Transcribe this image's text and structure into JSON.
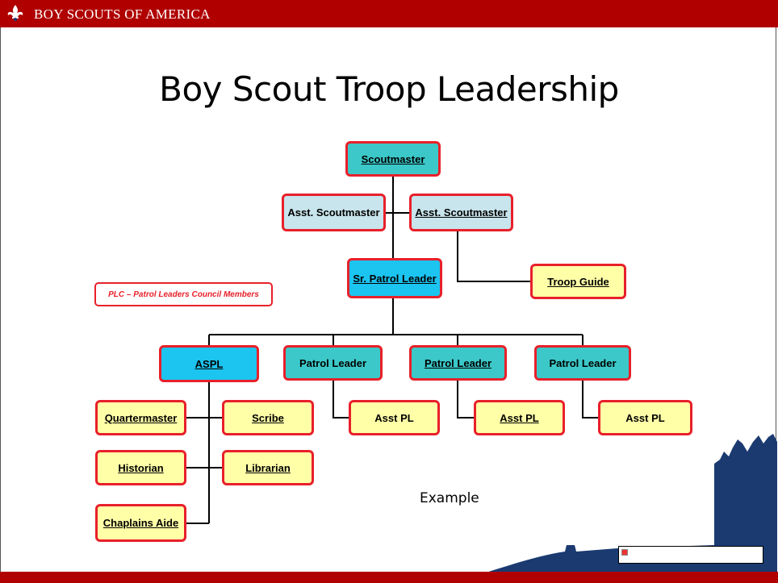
{
  "header": {
    "org_name": "BOY SCOUTS OF AMERICA",
    "logo_icon": "bsa-fleur-de-lis-icon",
    "bar_color": "#b00000"
  },
  "title": "Boy Scout  Troop Leadership",
  "legend_note": "PLC – Patrol Leaders Council Members",
  "caption": "Example",
  "nodes": {
    "scoutmaster": "Scoutmaster",
    "asst_scoutmaster_left": "Asst. Scoutmaster",
    "asst_scoutmaster_right": "Asst. Scoutmaster",
    "sr_patrol_leader": "Sr. Patrol Leader",
    "troop_guide": "Troop Guide",
    "aspl": "ASPL",
    "patrol_leader_1": "Patrol Leader",
    "patrol_leader_2": "Patrol Leader",
    "patrol_leader_3": "Patrol Leader",
    "quartermaster": "Quartermaster",
    "scribe": "Scribe",
    "historian": "Historian",
    "librarian": "Librarian",
    "chaplains_aide": "Chaplains Aide",
    "asst_pl_1": "Asst PL",
    "asst_pl_2": "Asst PL",
    "asst_pl_3": "Asst PL"
  },
  "colors": {
    "node_border": "#e8202a",
    "teal": "#3cc8c8",
    "light_blue": "#c8e4ec",
    "cyan": "#1cc4f0",
    "yellow": "#ffffa8",
    "mountain": "#1a3a70"
  }
}
